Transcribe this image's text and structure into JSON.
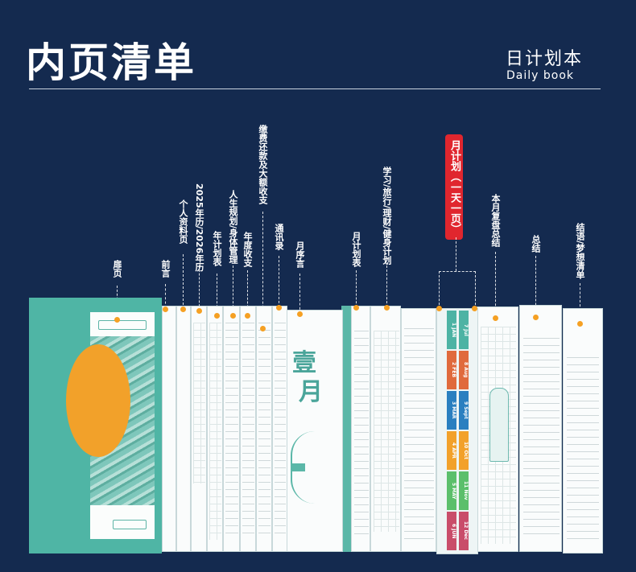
{
  "header": {
    "title": "内页清单",
    "subtitle_cn": "日计划本",
    "subtitle_en": "Daily book"
  },
  "sections": [
    "扉页",
    "前言",
    "个人资料页",
    "2025年历/2026年历",
    "年计划表",
    "人生规划/身体管理",
    "年度收支",
    "缴费还款及大额收支",
    "通讯录",
    "月序言",
    "月计划表",
    "学习/旅行/理财/健身计划",
    "月计划（一天一页）",
    "本月复盘总结",
    "总结",
    "结语/梦想清单"
  ],
  "highlight_section": "月计划（一天一页）",
  "month_page_title_char": "壹",
  "month_page_month_char": "月",
  "month_tabs": {
    "left": [
      "1 JAN",
      "2 FEB",
      "3 MAR",
      "4 APR",
      "5 MAY",
      "6 JUN"
    ],
    "right": [
      "7 Jul",
      "8 Aug",
      "9 Sept",
      "10 Oct",
      "11 Nov",
      "12 Dec"
    ],
    "colors": [
      "#4db3a4",
      "#e06a3c",
      "#2a7fc0",
      "#f2a12a",
      "#5bbf6b",
      "#c94d6a"
    ]
  },
  "colors": {
    "background": "#142a4f",
    "accent_teal": "#4fb5a5",
    "accent_orange": "#f2a12a",
    "highlight_red": "#e0262e"
  }
}
